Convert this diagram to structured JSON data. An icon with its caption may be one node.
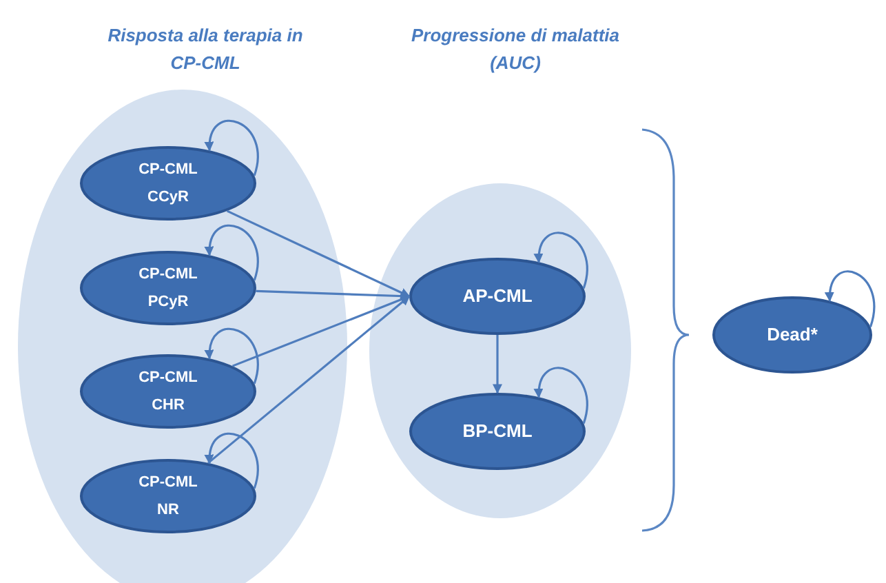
{
  "diagram": {
    "nodes": [
      {
        "text": [],
        "shape": "ellipse"
      },
      {
        "text": [
          "CP-CML CCyR"
        ],
        "in": 0
      },
      {
        "text": [
          "CP-CML PCyR"
        ],
        "in": 0
      },
      {
        "text": [
          "CP-CML CHR"
        ],
        "in": 0
      },
      {
        "text": [
          "CP-CML NR"
        ],
        "in": 0
      },
      {
        "text": [],
        "shape": "ellipse"
      },
      {
        "text": [
          "AP-CML"
        ],
        "in": 5
      },
      {
        "text": [
          "BP-CML"
        ],
        "in": 5
      },
      {
        "text": [
          "Dead*"
        ]
      }
    ],
    "edges": [
      {
        "from": 1,
        "to": 1,
        "arrow": "to"
      },
      {
        "from": 2,
        "to": 2,
        "arrow": "to"
      },
      {
        "from": 3,
        "to": 3,
        "arrow": "to"
      },
      {
        "from": 4,
        "to": 4,
        "arrow": "to"
      },
      {
        "from": 1,
        "to": 6,
        "arrow": "to"
      },
      {
        "from": 2,
        "to": 6,
        "arrow": "to"
      },
      {
        "from": 3,
        "to": 6,
        "arrow": "to"
      },
      {
        "from": 4,
        "to": 6,
        "arrow": "to"
      },
      {
        "from": 6,
        "to": 6,
        "arrow": "to"
      },
      {
        "from": 6,
        "to": 7,
        "arrow": "to"
      },
      {
        "from": 7,
        "to": 7,
        "arrow": "to"
      },
      {
        "from": 8,
        "to": 8,
        "arrow": "to"
      }
    ],
    "labels": [
      "Risposta alla terapia in CP-CML",
      "Progressione di malattia (AUC)"
    ]
  }
}
